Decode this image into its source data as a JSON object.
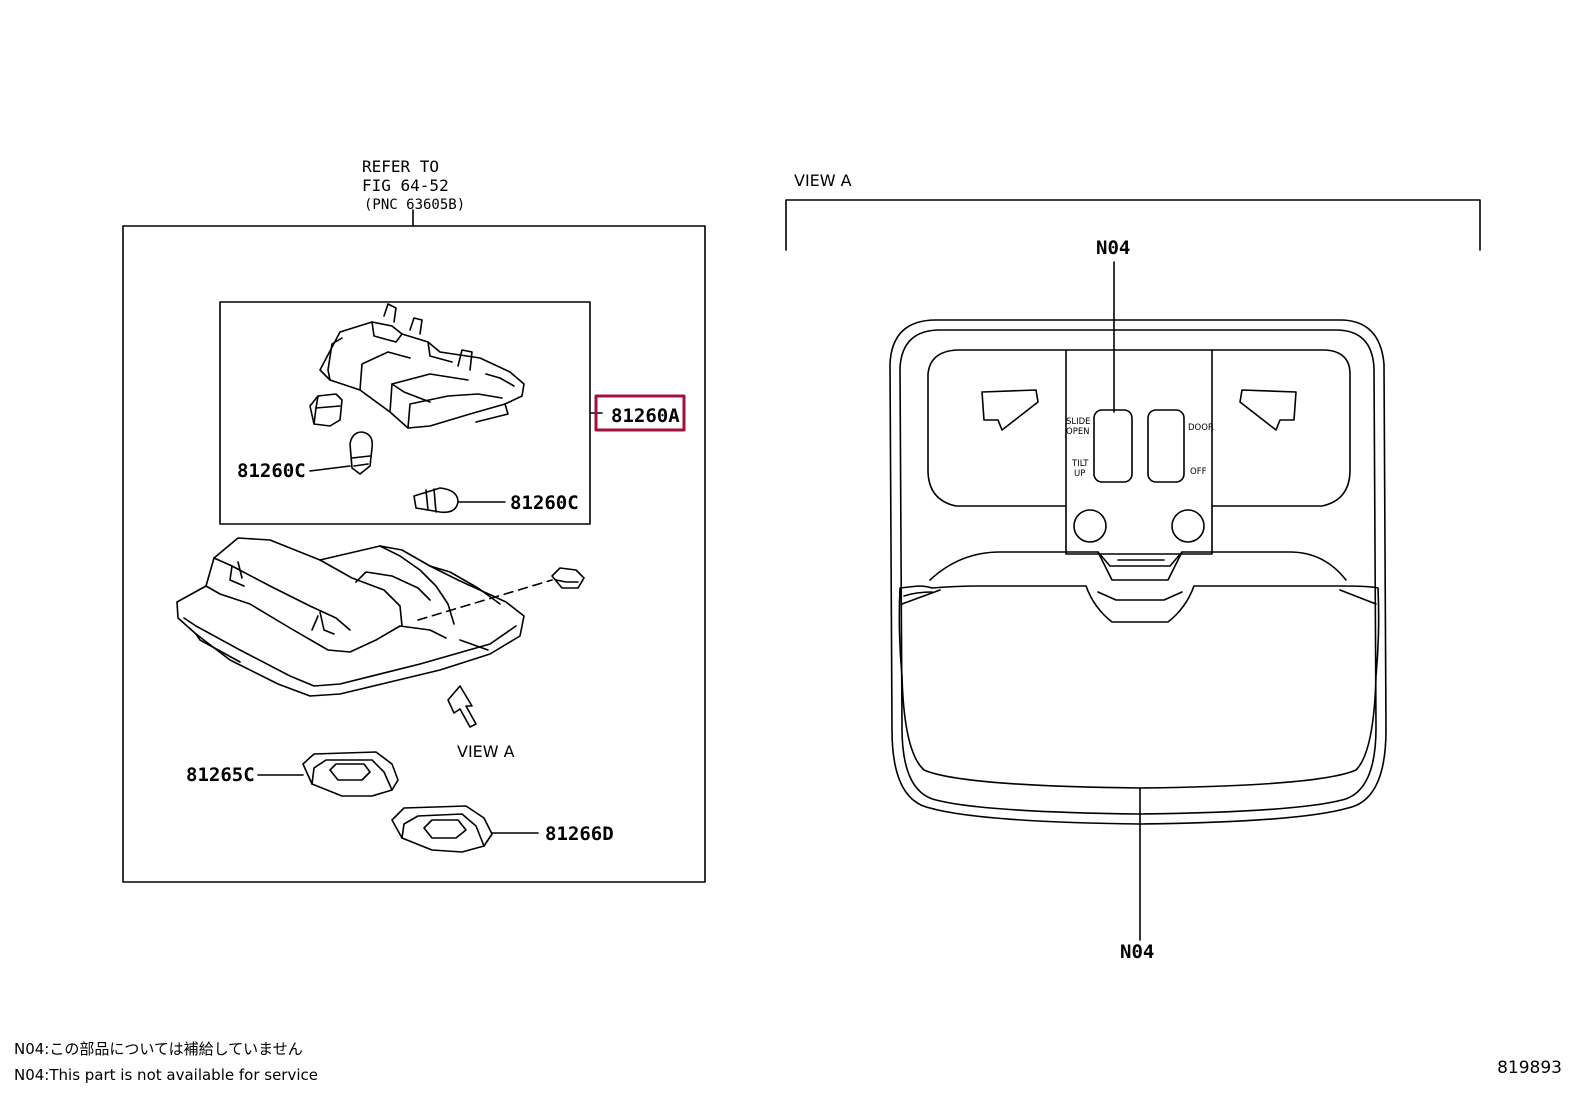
{
  "refer_note": {
    "line1": "REFER TO",
    "line2": "FIG 64-52",
    "line3": "(PNC 63605B)"
  },
  "parts": {
    "main_assembly": "81260A",
    "bulb_left": "81260C",
    "bulb_right": "81260C",
    "cover_upper": "81265C",
    "cover_lower": "81266D"
  },
  "view_a": {
    "arrow_label": "VIEW A",
    "title": "VIEW A",
    "callout_top": "N04",
    "callout_bottom": "N04",
    "switch_left_top_1": "SLIDE",
    "switch_left_top_2": "OPEN",
    "switch_left_bottom_1": "TILT",
    "switch_left_bottom_2": "UP",
    "switch_right_top": "DOOR",
    "switch_right_bottom": "OFF"
  },
  "highlight_color": "#a0123a",
  "notes": {
    "jp": "N04:この部品については補給していません",
    "en": "N04:This part is not available for service"
  },
  "figure_number": "819893"
}
